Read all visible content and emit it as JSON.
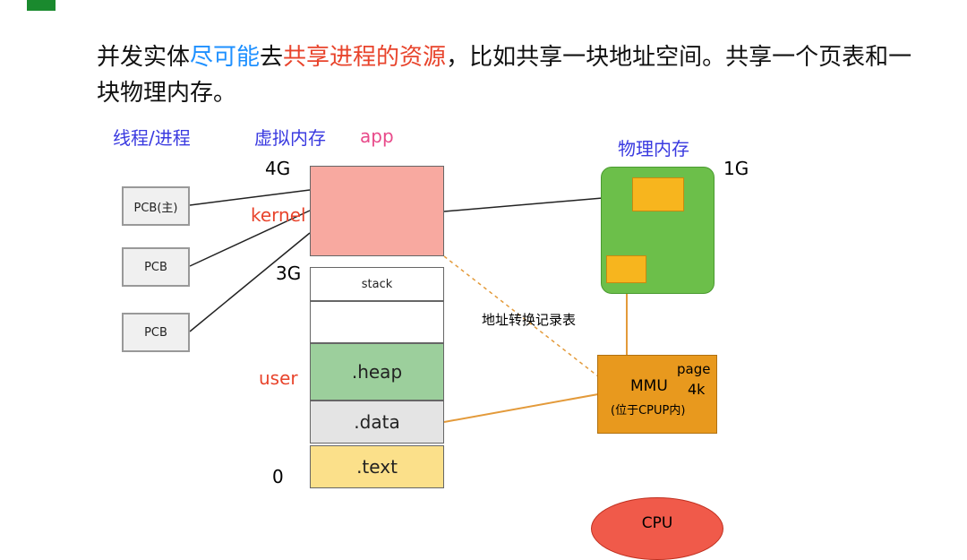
{
  "title": {
    "part1": "并发实体",
    "part2": "尽可能",
    "part3": "去",
    "part4": "共享进程的资源",
    "part5": "，比如共享一块地址空间。共享一个页表和一块物理内存。"
  },
  "labels": {
    "thread_process": "线程/进程",
    "virtual_memory": "虚拟内存",
    "app": "app",
    "physical_memory": "物理内存",
    "g4": "4G",
    "g3": "3G",
    "zero": "0",
    "g1": "1G",
    "kernel": "kernel",
    "user": "user",
    "translation_table": "地址转换记录表"
  },
  "pcbs": [
    "PCB(主)",
    "PCB",
    "PCB"
  ],
  "segments": {
    "stack": "stack",
    "heap": ".heap",
    "data": ".data",
    "text": ".text"
  },
  "mmu": {
    "name": "MMU",
    "page": "page",
    "size": "4k",
    "note": "(位于CPUP内)"
  },
  "cpu": "CPU"
}
